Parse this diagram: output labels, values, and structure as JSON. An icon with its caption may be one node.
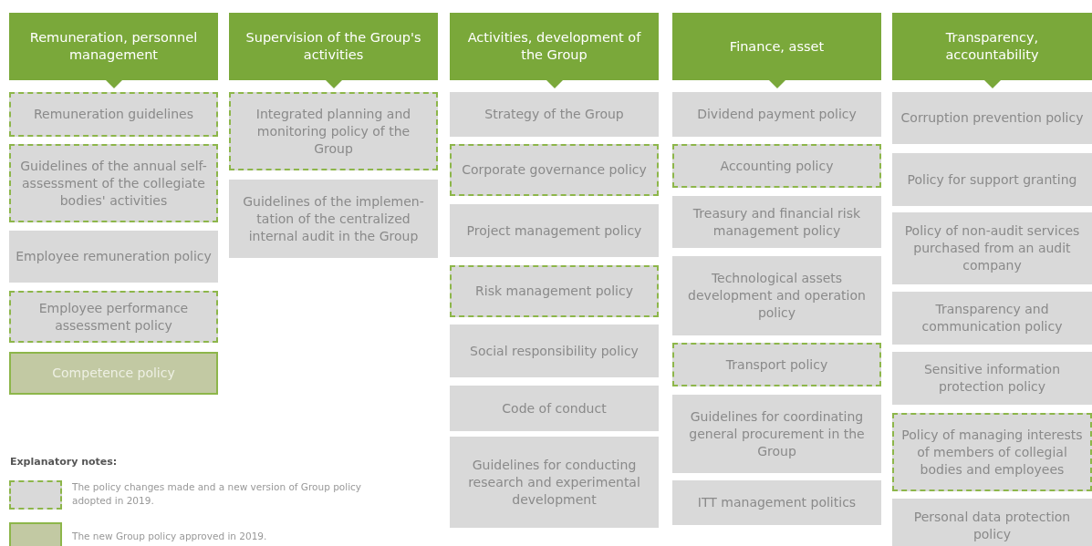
{
  "diagram": {
    "nodes": [
      {
        "text": [
          "Remuneration, personnel management"
        ]
      },
      {
        "text": [
          "Remuneration guidelines"
        ]
      },
      {
        "text": [
          "Guidelines of the annual self-assessment of the collegiate bodies' activities"
        ]
      },
      {
        "text": [
          "Employee remuneration policy"
        ]
      },
      {
        "text": [
          "Employee performance assessment policy"
        ]
      },
      {
        "text": [
          "Competence policy"
        ]
      },
      {
        "text": [
          "Supervision of the Group's activities"
        ]
      },
      {
        "text": [
          "Integrated planning and monitoring policy of the Group"
        ]
      },
      {
        "text": [
          "Guidelines of the implemen-tation of the centralized internal audit in the Group"
        ]
      },
      {
        "text": [
          "Activities, development of the Group"
        ]
      },
      {
        "text": [
          "Strategy of the Group"
        ]
      },
      {
        "text": [
          "Corporate governance policy"
        ]
      },
      {
        "text": [
          "Project management policy"
        ]
      },
      {
        "text": [
          "Risk management policy"
        ]
      },
      {
        "text": [
          "Social responsibility policy"
        ]
      },
      {
        "text": [
          "Code of conduct"
        ]
      },
      {
        "text": [
          "Guidelines for conducting research and experimental development"
        ]
      },
      {
        "text": [
          "Finance, asset"
        ]
      },
      {
        "text": [
          "Dividend payment policy"
        ]
      },
      {
        "text": [
          "Accounting policy"
        ]
      },
      {
        "text": [
          "Treasury and financial risk management policy"
        ]
      },
      {
        "text": [
          "Technological assets development and operation policy"
        ]
      },
      {
        "text": [
          "Transport policy"
        ]
      },
      {
        "text": [
          "Guidelines for coordinating general procurement in the Group"
        ]
      },
      {
        "text": [
          "ITT management politics"
        ]
      },
      {
        "text": [
          "Transparency, accountability"
        ]
      },
      {
        "text": [
          "Corruption prevention policy"
        ]
      },
      {
        "text": [
          "Policy for support granting"
        ]
      },
      {
        "text": [
          "Policy of non-audit services purchased from an audit company"
        ]
      },
      {
        "text": [
          "Transparency and communication policy"
        ]
      },
      {
        "text": [
          "Sensitive information protection policy"
        ]
      },
      {
        "text": [
          "Policy of managing interests of members of collegial bodies and employees"
        ]
      },
      {
        "text": [
          "Personal data protection policy"
        ]
      }
    ],
    "edges": [
      {
        "from": 0,
        "to": 1,
        "arrow": "to"
      },
      {
        "from": 6,
        "to": 7,
        "arrow": "to"
      },
      {
        "from": 9,
        "to": 10,
        "arrow": "to"
      },
      {
        "from": 17,
        "to": 18,
        "arrow": "to"
      },
      {
        "from": 25,
        "to": 26,
        "arrow": "to"
      }
    ],
    "labels": [
      "Explanatory notes:"
    ],
    "legend": [
      {
        "text": "The policy changes made and a new version of Group policy adopted in 2019."
      },
      {
        "text": "The new Group policy approved in 2019.",
        "color": "#c2c9a3"
      }
    ]
  }
}
